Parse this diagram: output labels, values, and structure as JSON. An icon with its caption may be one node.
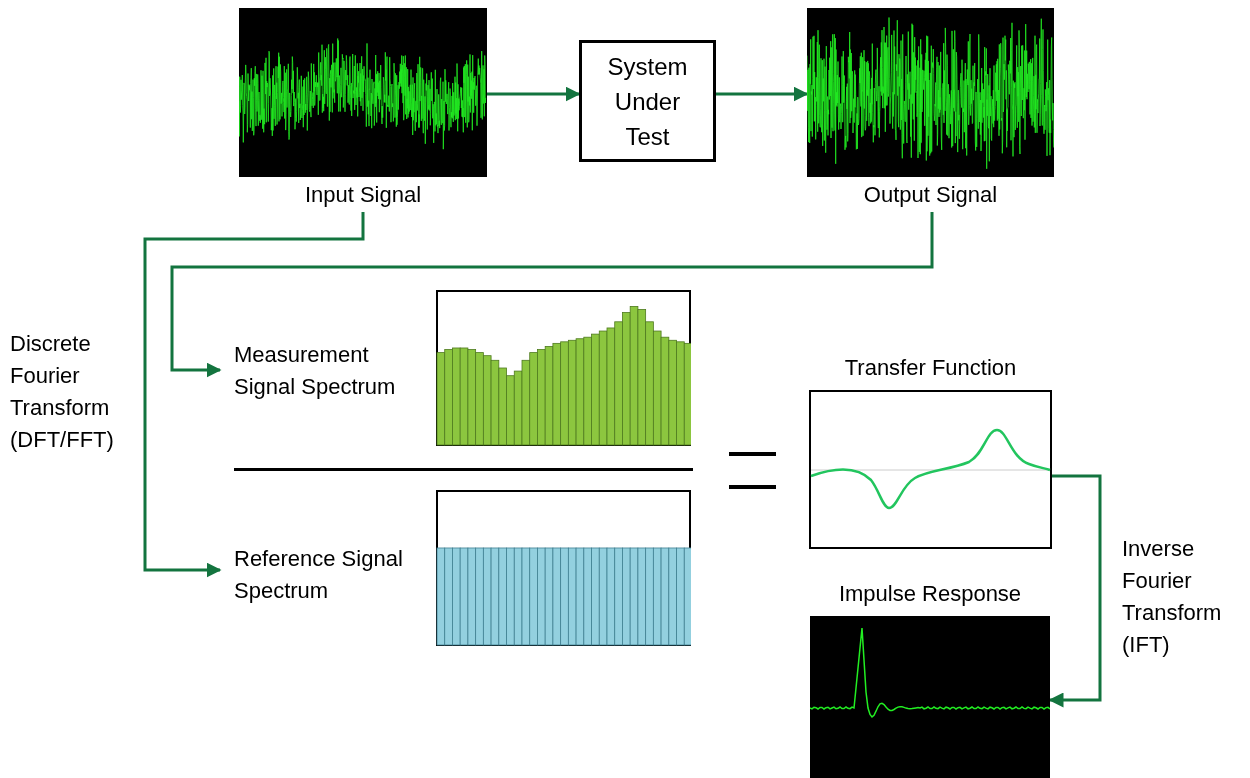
{
  "diagram": {
    "nodes": [
      {
        "text": [
          "Input Signal"
        ]
      },
      {
        "text": [
          "System Under Test"
        ]
      },
      {
        "text": [
          "Output Signal"
        ]
      },
      {
        "text": [
          "Measurement Signal Spectrum"
        ]
      },
      {
        "text": [
          "Reference Signal Spectrum"
        ]
      },
      {
        "text": [
          "Transfer Function"
        ]
      },
      {
        "text": [
          "Impulse Response"
        ]
      }
    ],
    "edges": [
      {
        "from": 0,
        "to": 1,
        "arrow": "to"
      },
      {
        "from": 1,
        "to": 2,
        "arrow": "to"
      },
      {
        "from": 2,
        "to": 3,
        "arrow": "to"
      },
      {
        "from": 0,
        "to": 4,
        "arrow": "to"
      },
      {
        "from": 5,
        "to": 6,
        "arrow": "to"
      }
    ],
    "labels": [
      "Discrete Fourier Transform (DFT/FFT)",
      "Inverse Fourier Transform (IFT)"
    ]
  }
}
